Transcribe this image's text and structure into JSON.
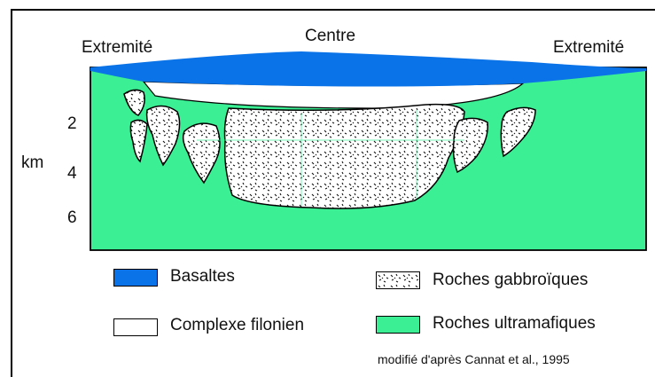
{
  "diagram": {
    "top_labels": {
      "left": "Extremité",
      "center": "Centre",
      "right": "Extremité"
    },
    "depth_unit": "km",
    "depth_ticks": [
      "2",
      "4",
      "6"
    ],
    "legend": [
      {
        "key": "basaltes",
        "label": "Basaltes",
        "color": "#0a73e8"
      },
      {
        "key": "gabbro",
        "label": "Roches gabbroïques",
        "color": "#ffffff"
      },
      {
        "key": "filonien",
        "label": "Complexe filonien",
        "color": "#ffffff"
      },
      {
        "key": "ultramafic",
        "label": "Roches ultramafiques",
        "color": "#3bef94"
      }
    ],
    "source_note": "modifié d'après Cannat et al., 1995"
  },
  "colors": {
    "basalt": "#0a73e8",
    "ultramafic": "#3bef94",
    "gabbro_fill": "#ffffff",
    "outline": "#000000"
  }
}
